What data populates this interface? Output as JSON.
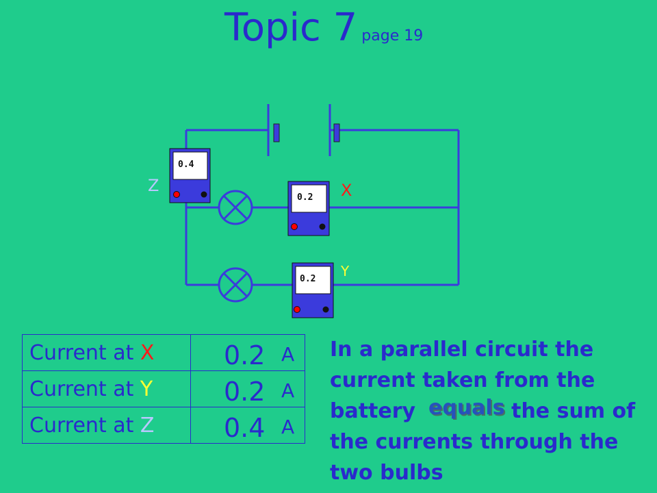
{
  "title": {
    "main": "Topic 7",
    "sub": "page 19"
  },
  "meters": {
    "z": {
      "reading": "0.4"
    },
    "x": {
      "reading": "0.2"
    },
    "y": {
      "reading": "0.2"
    }
  },
  "labels": {
    "z": "Z",
    "x": "X",
    "y": "Y"
  },
  "colors": {
    "background": "#1fcc8c",
    "wire": "#3b3bdc",
    "text": "#2a2acc",
    "x": "#ff1a1a",
    "y": "#ffff33",
    "z": "#b8c8ff"
  },
  "table": {
    "rows": [
      {
        "prefix": "Current at ",
        "point": "X",
        "value": "0.2",
        "unit": "A"
      },
      {
        "prefix": "Current at ",
        "point": "Y",
        "value": "0.2",
        "unit": "A"
      },
      {
        "prefix": "Current at ",
        "point": "Z",
        "value": "0.4",
        "unit": "A"
      }
    ]
  },
  "statement": {
    "line1": "In a parallel circuit the",
    "line2": "current taken from the",
    "line3_start": "battery",
    "line3_end": "the sum of",
    "line4": "the currents through the",
    "line5": "two bulbs",
    "emphasis": "equals"
  }
}
